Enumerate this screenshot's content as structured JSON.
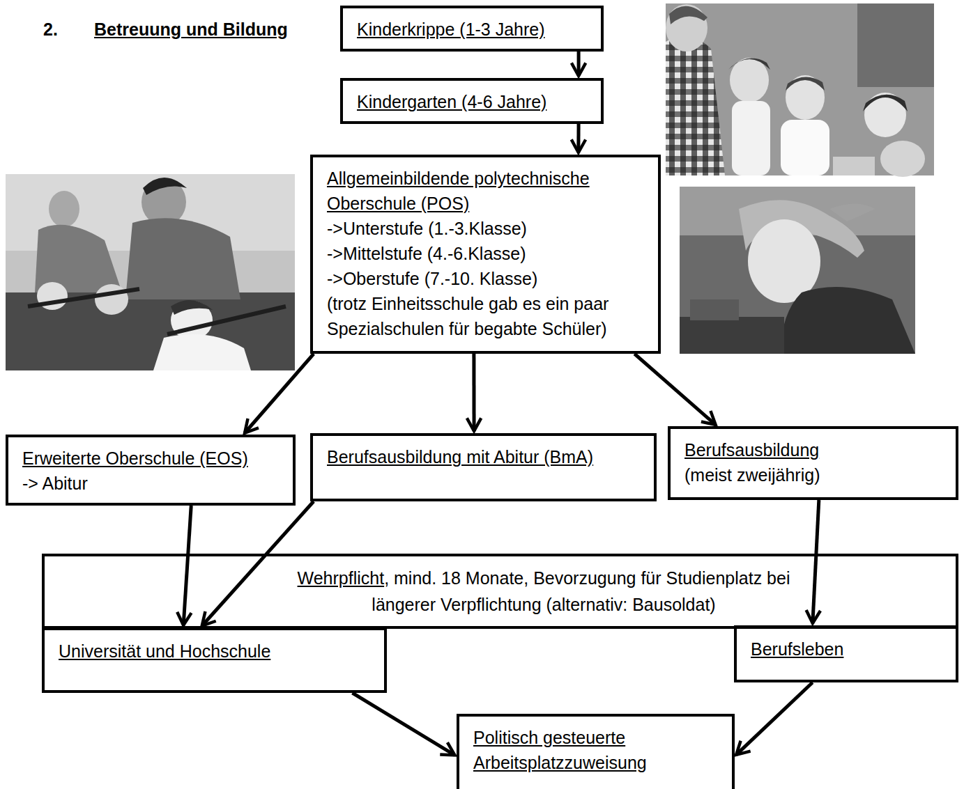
{
  "diagram": {
    "title": "Betreuung und Bildung",
    "nodes": [
      {
        "text": [
          "Kinderkrippe (1-3 Jahre)"
        ]
      },
      {
        "text": [
          "Kindergarten (4-6 Jahre)"
        ]
      },
      {
        "text": [
          "Allgemeinbildende polytechnische Oberschule (POS)",
          "->Unterstufe (1.-3.Klasse)",
          "->Mittelstufe (4.-6.Klasse)",
          "->Oberstufe (7.-10. Klasse)",
          "(trotz Einheitsschule gab es ein paar Spezialschulen für begabte Schüler)"
        ]
      },
      {
        "text": [
          "Erweiterte Oberschule (EOS)",
          "-> Abitur"
        ]
      },
      {
        "text": [
          "Berufsausbildung mit Abitur (BmA)"
        ]
      },
      {
        "text": [
          "Berufsausbildung",
          "(meist zweijährig)"
        ]
      },
      {
        "text": [
          "Wehrpflicht",
          ", mind. 18 Monate, Bevorzugung für Studienplatz bei längerer Verpflichtung (alternativ: Bausoldat)"
        ]
      },
      {
        "text": [
          "Universität und Hochschule"
        ]
      },
      {
        "text": [
          "Berufsleben"
        ]
      },
      {
        "text": [
          "Politisch gesteuerte Arbeitsplatzzuweisung"
        ]
      }
    ],
    "edges": [
      {
        "from": 0,
        "to": 1,
        "arrow": "to"
      },
      {
        "from": 1,
        "to": 2,
        "arrow": "to"
      },
      {
        "from": 2,
        "to": 3,
        "arrow": "to"
      },
      {
        "from": 2,
        "to": 4,
        "arrow": "to"
      },
      {
        "from": 2,
        "to": 5,
        "arrow": "to"
      },
      {
        "from": 3,
        "to": 7,
        "arrow": "to"
      },
      {
        "from": 4,
        "to": 7,
        "arrow": "to"
      },
      {
        "from": 5,
        "to": 8,
        "arrow": "to"
      },
      {
        "from": 7,
        "to": 9,
        "arrow": "to"
      },
      {
        "from": 8,
        "to": 9,
        "arrow": "to"
      }
    ],
    "labels": [
      "2."
    ]
  }
}
